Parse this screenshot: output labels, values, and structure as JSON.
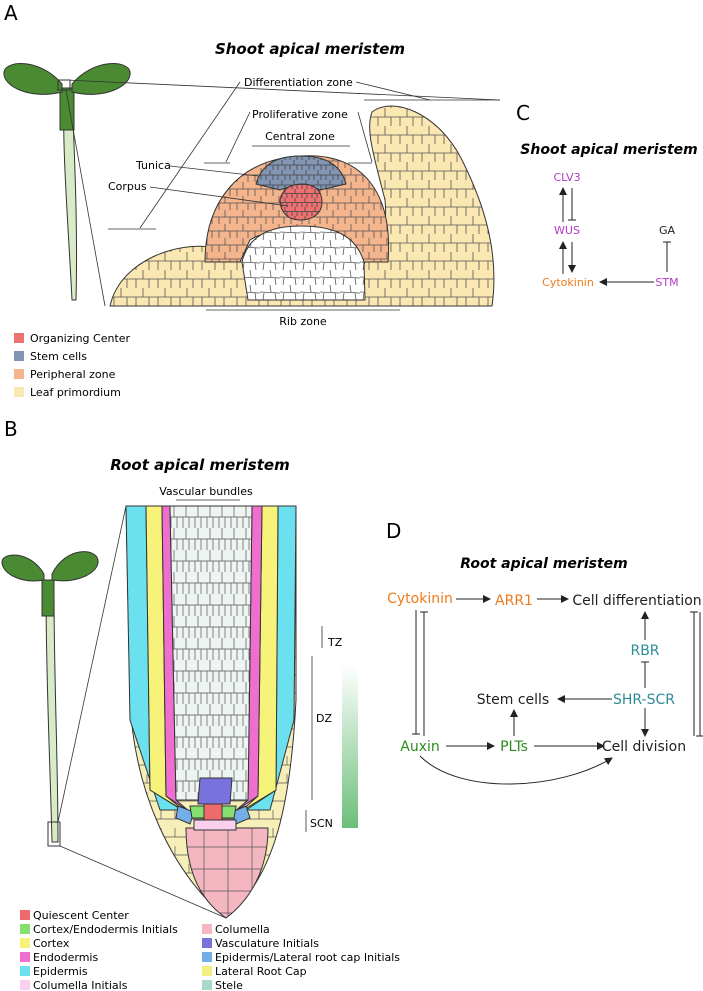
{
  "panels": {
    "a": "A",
    "b": "B",
    "c": "C",
    "d": "D"
  },
  "sam": {
    "title": "Shoot apical meristem",
    "labels": {
      "differentiation": "Differentiation zone",
      "proliferative": "Proliferative zone",
      "central": "Central zone",
      "tunica": "Tunica",
      "corpus": "Corpus",
      "rib": "Rib zone"
    },
    "legend": [
      {
        "label": "Organizing Center",
        "color": "#ef7272"
      },
      {
        "label": "Stem cells",
        "color": "#8296b4"
      },
      {
        "label": "Peripheral zone",
        "color": "#f4b48c"
      },
      {
        "label": "Leaf primordium",
        "color": "#fbe7b2"
      }
    ]
  },
  "sam_network": {
    "title": "Shoot apical meristem",
    "nodes": {
      "clv3": "CLV3",
      "wus": "WUS",
      "ga": "GA",
      "cytokinin": "Cytokinin",
      "stm": "STM"
    },
    "colors": {
      "purple": "#b03cc4",
      "orange": "#ef7b1a",
      "black": "#222222"
    }
  },
  "ram": {
    "title": "Root apical meristem",
    "labels": {
      "vascular": "Vascular bundles",
      "tz": "TZ",
      "dz": "DZ",
      "scn": "SCN"
    },
    "legend_left": [
      {
        "label": "Quiescent Center",
        "color": "#ef6b6b"
      },
      {
        "label": "Cortex/Endodermis Initials",
        "color": "#86e070"
      },
      {
        "label": "Cortex",
        "color": "#f6f27a"
      },
      {
        "label": "Endodermis",
        "color": "#ef6fcf"
      },
      {
        "label": "Epidermis",
        "color": "#6be0ee"
      },
      {
        "label": "Columella Initials",
        "color": "#fad0ee"
      }
    ],
    "legend_right": [
      {
        "label": "Columella",
        "color": "#f4b6c0"
      },
      {
        "label": "Vasculature Initials",
        "color": "#7a72dc"
      },
      {
        "label": "Epidermis/Lateral root cap Initials",
        "color": "#74aee8"
      },
      {
        "label": "Lateral Root Cap",
        "color": "#f3ee80"
      },
      {
        "label": "Stele",
        "color": "#a8d9cc"
      }
    ]
  },
  "ram_network": {
    "title": "Root apical meristem",
    "nodes": {
      "cytokinin": "Cytokinin",
      "arr1": "ARR1",
      "cell_diff": "Cell differentiation",
      "rbr": "RBR",
      "stem_cells": "Stem cells",
      "shr_scr": "SHR-SCR",
      "auxin": "Auxin",
      "plts": "PLTs",
      "cell_div": "Cell division"
    },
    "colors": {
      "orange": "#ef7b1a",
      "green": "#2e8b1f",
      "teal": "#2b8c96",
      "black": "#222222"
    }
  }
}
